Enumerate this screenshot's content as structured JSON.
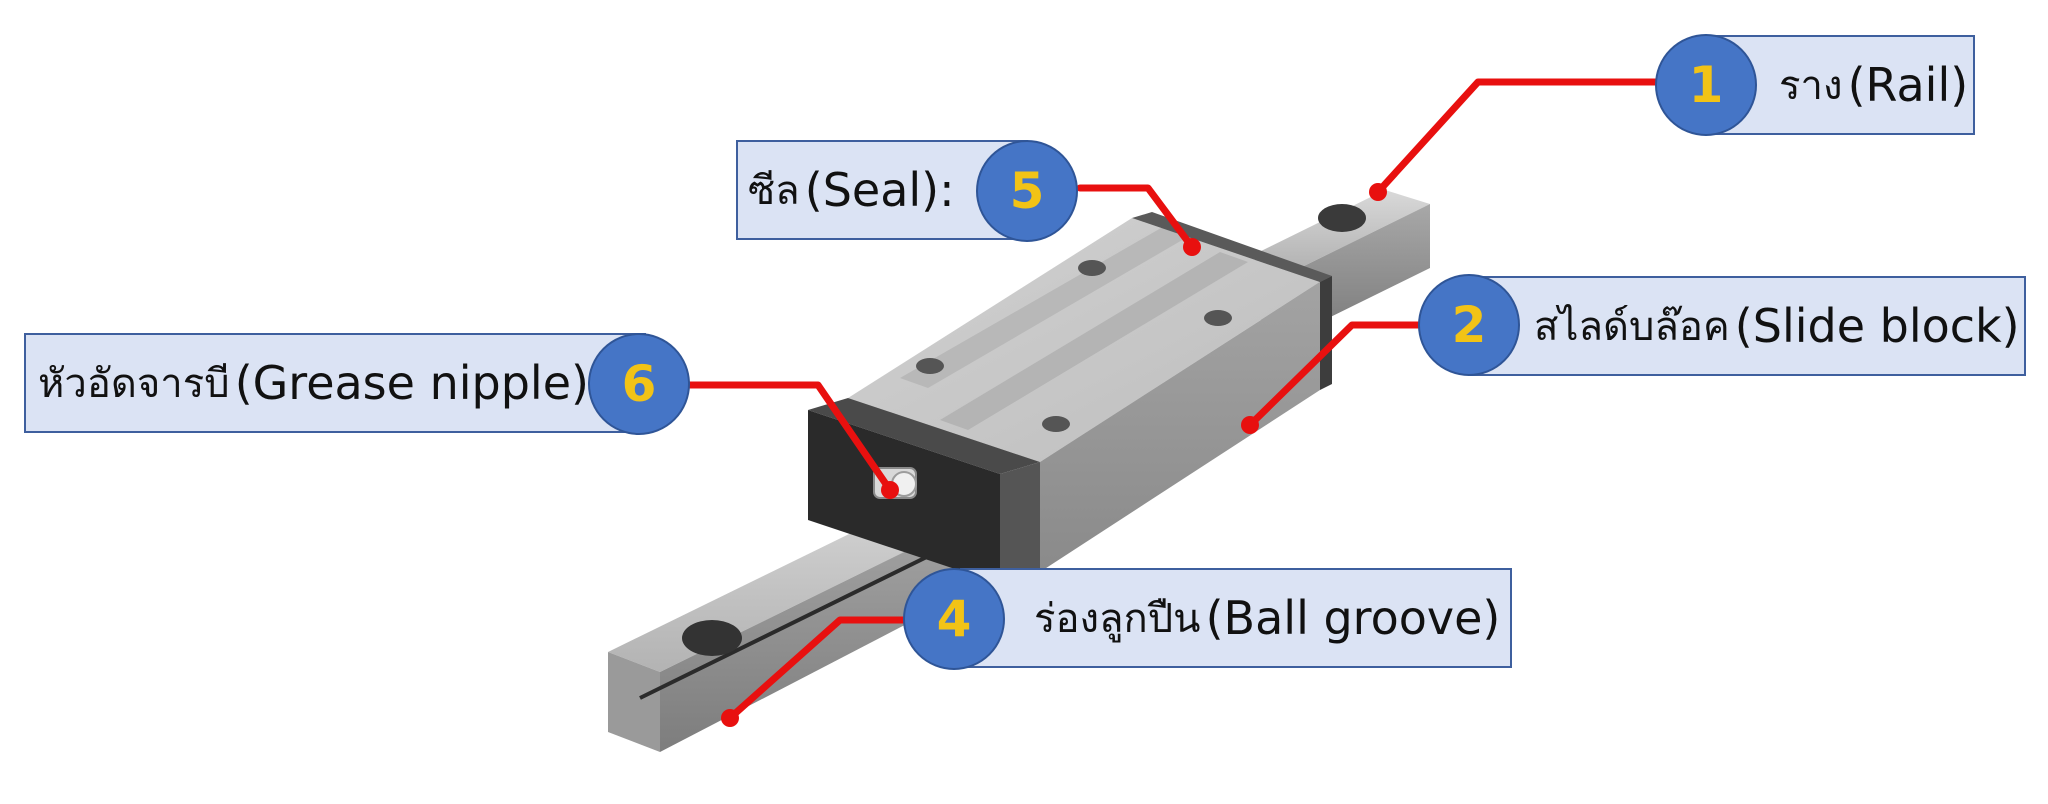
{
  "labels": [
    {
      "number": "1",
      "thai": "ราง",
      "english": "(Rail)",
      "suffix": ""
    },
    {
      "number": "2",
      "thai": "สไลด์บล๊อค",
      "english": "(Slide block)",
      "suffix": ""
    },
    {
      "number": "4",
      "thai": "ร่องลูกปืน",
      "english": "(Ball groove)",
      "suffix": ""
    },
    {
      "number": "5",
      "thai": "ซีล",
      "english": "(Seal)",
      "suffix": " :"
    },
    {
      "number": "6",
      "thai": "หัวอัดจารบี",
      "english": "(Grease nipple)",
      "suffix": ""
    }
  ],
  "colors": {
    "box_fill": "#dbe3f4",
    "box_border": "#3e5f9e",
    "badge_fill": "#4575c6",
    "badge_number": "#f2c316",
    "leader_line": "#e8100f"
  }
}
